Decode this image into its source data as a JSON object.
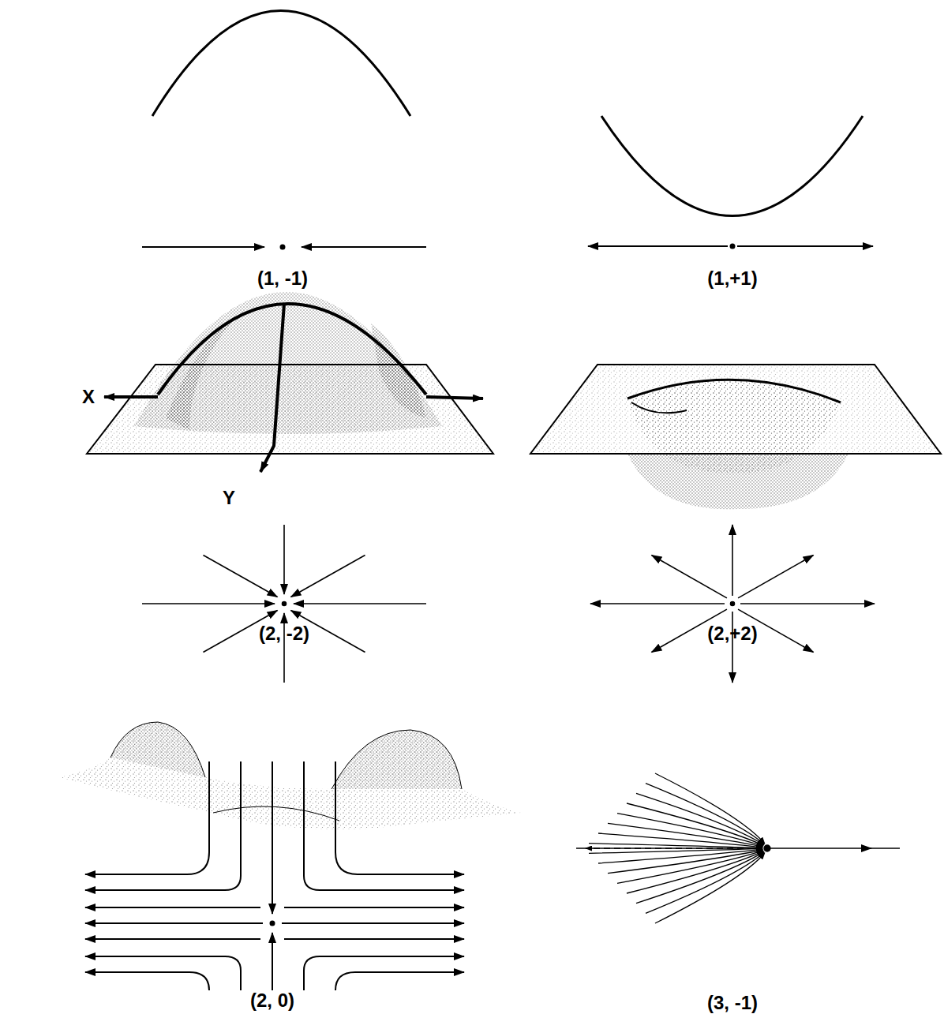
{
  "diagram": {
    "labels": [
      "(1, -1)",
      "(1,+1)",
      "X",
      "Y",
      "(2, -2)",
      "(2,+2)",
      "(2, 0)",
      "(3, -1)"
    ]
  }
}
